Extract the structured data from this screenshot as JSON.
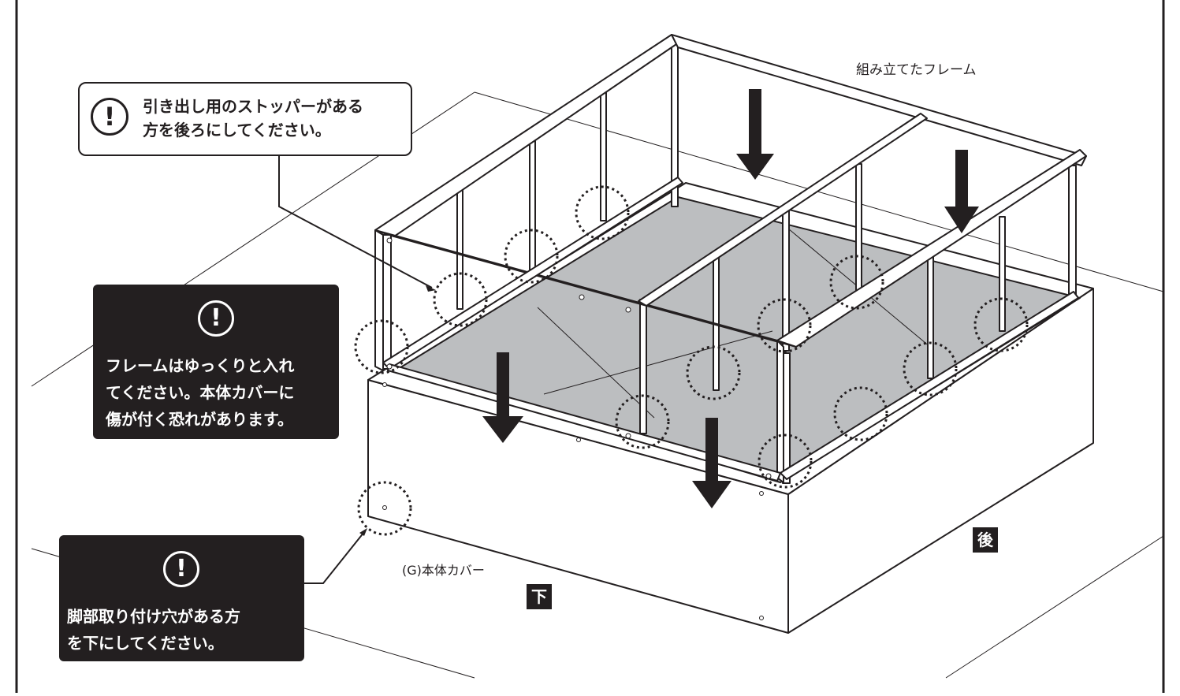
{
  "labels": {
    "frame": "組み立てたフレーム",
    "body_cover": "(G)本体カバー",
    "bottom": "下",
    "back": "後"
  },
  "notes": {
    "stopper": {
      "icon": "exclamation-circle-icon",
      "lines": [
        "引き出し用のストッパーがある",
        "方を後ろにしてください。"
      ]
    },
    "insert": {
      "icon": "exclamation-circle-icon",
      "lines": [
        "フレームはゆっくりと入れ",
        "てください。本体カバーに",
        "傷が付く恐れがあります。"
      ]
    },
    "leg": {
      "icon": "exclamation-circle-icon",
      "lines": [
        "脚部取り付け穴がある方",
        "を下にしてください。"
      ]
    }
  },
  "colors": {
    "ink": "#231f20",
    "floor": "#bcbec0",
    "white": "#ffffff"
  }
}
